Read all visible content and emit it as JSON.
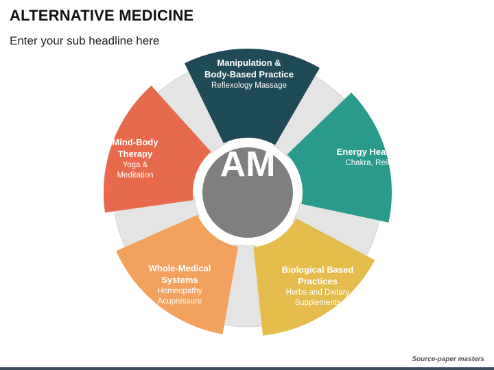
{
  "header": {
    "title": "ALTERNATIVE MEDICINE",
    "subtitle": "Enter your sub headline here"
  },
  "hub": {
    "label": "AM",
    "color": "#7f7f7f"
  },
  "segments": [
    {
      "key": "manipulation",
      "name": "Manipulation & Body-Based Practice",
      "name_lines": [
        "Manipulation &",
        "Body-Based Practice"
      ],
      "desc_lines": [
        "Reflexology Massage"
      ],
      "color": "#1f4a57"
    },
    {
      "key": "energy",
      "name": "Energy Healing",
      "name_lines": [
        "Energy Healing"
      ],
      "desc_lines": [
        "Chakra, Reiki"
      ],
      "color": "#2a9a8c"
    },
    {
      "key": "biological",
      "name": "Biological Based Practices",
      "name_lines": [
        "Biological Based",
        "Practices"
      ],
      "desc_lines": [
        "Herbs and Dietary",
        "Supplements"
      ],
      "color": "#e4bc4c"
    },
    {
      "key": "whole-medical",
      "name": "Whole-Medical Systems",
      "name_lines": [
        "Whole-Medical",
        "Systems"
      ],
      "desc_lines": [
        "Homeopathy",
        "Acupressure"
      ],
      "color": "#f2a25e"
    },
    {
      "key": "mind-body",
      "name": "Mind-Body Therapy",
      "name_lines": [
        "Mind-Body",
        "Therapy"
      ],
      "desc_lines": [
        "Yoga &",
        "Meditation"
      ],
      "color": "#e86a4c"
    }
  ],
  "connector_color": "#e4e4e4",
  "footer": {
    "source": "Source-paper masters"
  }
}
